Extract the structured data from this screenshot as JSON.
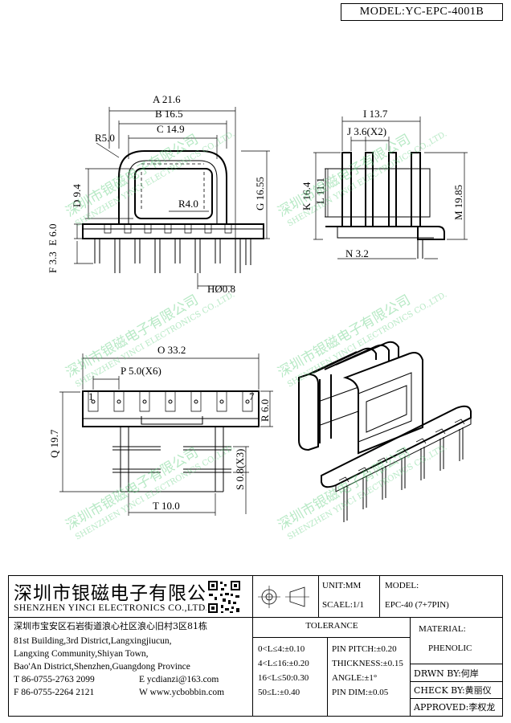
{
  "model_label": "MODEL:YC-EPC-4001B",
  "dims": {
    "A": "A 21.6",
    "B": "B 16.5",
    "C": "C 14.9",
    "D": "D 9.4",
    "E": "E 6.0",
    "F": "F 3.3",
    "G": "G 16.55",
    "H": "HØ0.8",
    "R5": "R5.0",
    "R4": "R4.0",
    "I": "I 13.7",
    "J": "J 3.6(X2)",
    "K": "K 16.4",
    "L": "L 11.1",
    "M": "M 19.85",
    "N": "N 3.2",
    "O": "O 33.2",
    "P": "P 5.0(X6)",
    "Q": "Q 19.7",
    "R": "R 6.0",
    "S": "S 0.8(X3)",
    "T": "T 10.0",
    "pin1": "1",
    "pin7": "7"
  },
  "watermark": {
    "cn": "深圳市银磁电子有限公司",
    "en": "SHENZHEN YINCI ELECTRONICS CO.,LTD."
  },
  "title_block": {
    "company_cn": "深圳市银磁电子有限公司",
    "company_en": "SHENZHEN YINCI ELECTRONICS CO.,LTD.",
    "address_cn": "深圳市宝安区石岩街道浪心社区浪心旧村3区81栋",
    "address_en1": "81st Building,3rd District,Langxingjiucun,",
    "address_en2": "Langxing Community,Shiyan Town,",
    "address_en3": "Bao'An District,Shenzhen,Guangdong Province",
    "tel": "T 86-0755-2763 2099",
    "email": "E ycdianzi@163.com",
    "fax": "F 86-0755-2264 2121",
    "web": "W www.ycbobbin.com",
    "unit": "UNIT:MM",
    "scale": "SCAEL:1/1",
    "model_h": "MODEL:",
    "model_v": "EPC-40 (7+7PIN)",
    "tolerance_h": "TOLERANCE",
    "tol": [
      "0<L≤4:±0.10",
      "4<L≤16:±0.20",
      "16<L≤50:0.30",
      "50≤L:±0.40"
    ],
    "tol2": [
      "PIN PITCH:±0.20",
      "THICKNESS:±0.15",
      "ANGLE:±1°",
      "PIN DIM:±0.05"
    ],
    "material_h": "MATERIAL:",
    "material_v": "PHENOLIC",
    "drawn": "DRWN BY:何岸",
    "check": "CHECK BY:黄丽仪",
    "approved": "APPROVED:李权龙"
  }
}
